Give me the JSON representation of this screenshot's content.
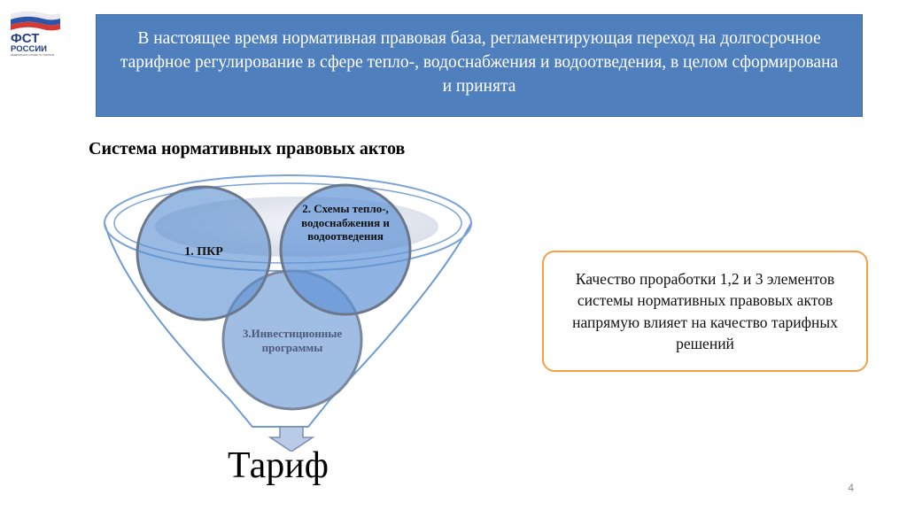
{
  "logo": {
    "line1": "ФСТ",
    "line2": "РОССИИ",
    "caption": "ФЕДЕРАЛЬНАЯ СЛУЖБА ПО ТАРИФАМ"
  },
  "banner": {
    "text": "В настоящее время нормативная правовая база, регламентирующая переход на долгосрочное тарифное регулирование в сфере тепло-, водоснабжения и водоотведения, в целом сформирована и принята"
  },
  "section_title": "Система нормативных правовых актов",
  "diagram": {
    "circle1": "1. ПКР",
    "circle2": "2. Схемы тепло-, водоснабжения и водоотведения",
    "circle3": "3.Инвестиционные программы",
    "output": "Тариф"
  },
  "note": "Качество проработки 1,2 и 3 элементов системы нормативных правовых актов напрямую влияет на качество  тарифных решений",
  "page_number": "4",
  "colors": {
    "banner": "#4f7fbd",
    "note_border": "#f5a046",
    "circle": "#5b8fd0"
  }
}
